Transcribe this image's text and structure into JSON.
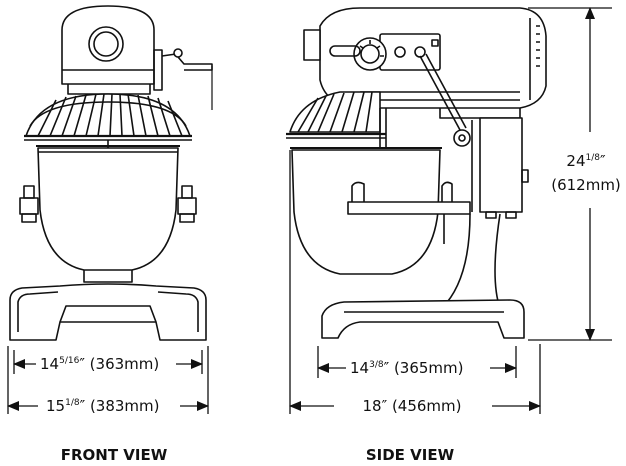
{
  "front_view": {
    "title": "FRONT VIEW",
    "inner_width": {
      "whole": "14",
      "frac": "5/16",
      "rest": "″ (363mm)"
    },
    "outer_width": {
      "whole": "15",
      "frac": "1/8",
      "rest": "″ (383mm)"
    }
  },
  "side_view": {
    "title": "SIDE VIEW",
    "base_width": {
      "whole": "14",
      "frac": "3/8",
      "rest": "″ (365mm)"
    },
    "overall_width": {
      "text": "18″ (456mm)"
    },
    "height": {
      "whole": "24",
      "frac": "1/8",
      "rest": "″",
      "metric": "(612mm)"
    }
  }
}
